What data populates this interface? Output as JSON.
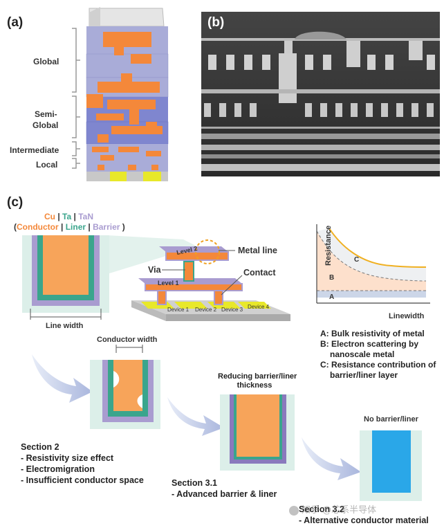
{
  "panels": {
    "a": "(a)",
    "b": "(b)",
    "c": "(c)"
  },
  "stack_labels": [
    "Global",
    "Semi-",
    "Global",
    "Intermediate",
    "Local"
  ],
  "materials": {
    "line1": [
      "Cu",
      "Ta",
      "TaN"
    ],
    "line2": [
      "Conductor",
      "Liner",
      "Barrier"
    ],
    "colors": {
      "conductor": "#f7a45a",
      "liner": "#3aa58c",
      "barrier": "#a99cd0",
      "dielectric": "#dcefe9",
      "new_metal": "#2aa7e8",
      "stack_blue": "#a9acd8",
      "stack_orange": "#f4883a",
      "device_yellow": "#e8e82a"
    }
  },
  "structure": {
    "line_width": "Line width",
    "metal_line": "Metal line",
    "via": "Via",
    "contact": "Contact",
    "level2": "Level 2",
    "level1": "Level 1",
    "devices": [
      "Device 1",
      "Device 2",
      "Device 3",
      "Device 4"
    ]
  },
  "chart_data": {
    "type": "area",
    "ylabel": "Resistance",
    "xlabel": "Linewidth",
    "regions": [
      "A",
      "B",
      "C"
    ],
    "legend": [
      "A: Bulk resistivity of metal",
      "B: Electron scattering by",
      "nanoscale metal",
      "C: Resistance contribution of",
      "barrier/liner layer"
    ]
  },
  "evolution": {
    "conductor_width": "Conductor width",
    "reducing_1": "Reducing barrier/liner",
    "reducing_2": "thickness",
    "no_barrier": "No barrier/liner"
  },
  "sections": {
    "s2_title": "Section 2",
    "s2_items": [
      "- Resistivity size effect",
      "- Electromigration",
      "- Insufficient conductor space"
    ],
    "s31_title": "Section 3.1",
    "s31_items": [
      "- Advanced barrier & liner"
    ],
    "s32_title": "Section 3.2",
    "s32_items": [
      "- Alternative conductor material"
    ]
  },
  "watermark": "知乎 @芯系半导体"
}
